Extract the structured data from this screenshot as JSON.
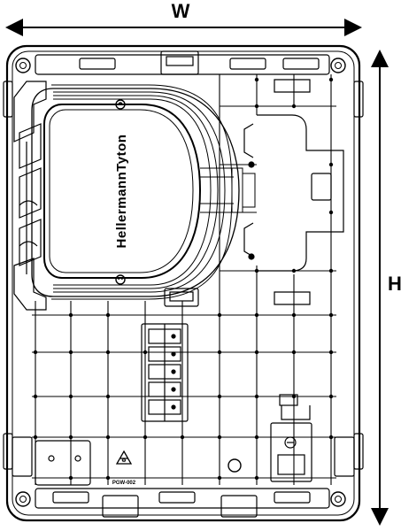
{
  "dimensions": {
    "width_label": "W",
    "height_label": "H"
  },
  "product": {
    "brand_label": "HellermannTyton",
    "part_code": "PGW-002"
  },
  "icons": {
    "recycle": "recycle-icon",
    "screw": "screw-icon"
  },
  "colors": {
    "line": "#000000",
    "background": "#ffffff"
  }
}
